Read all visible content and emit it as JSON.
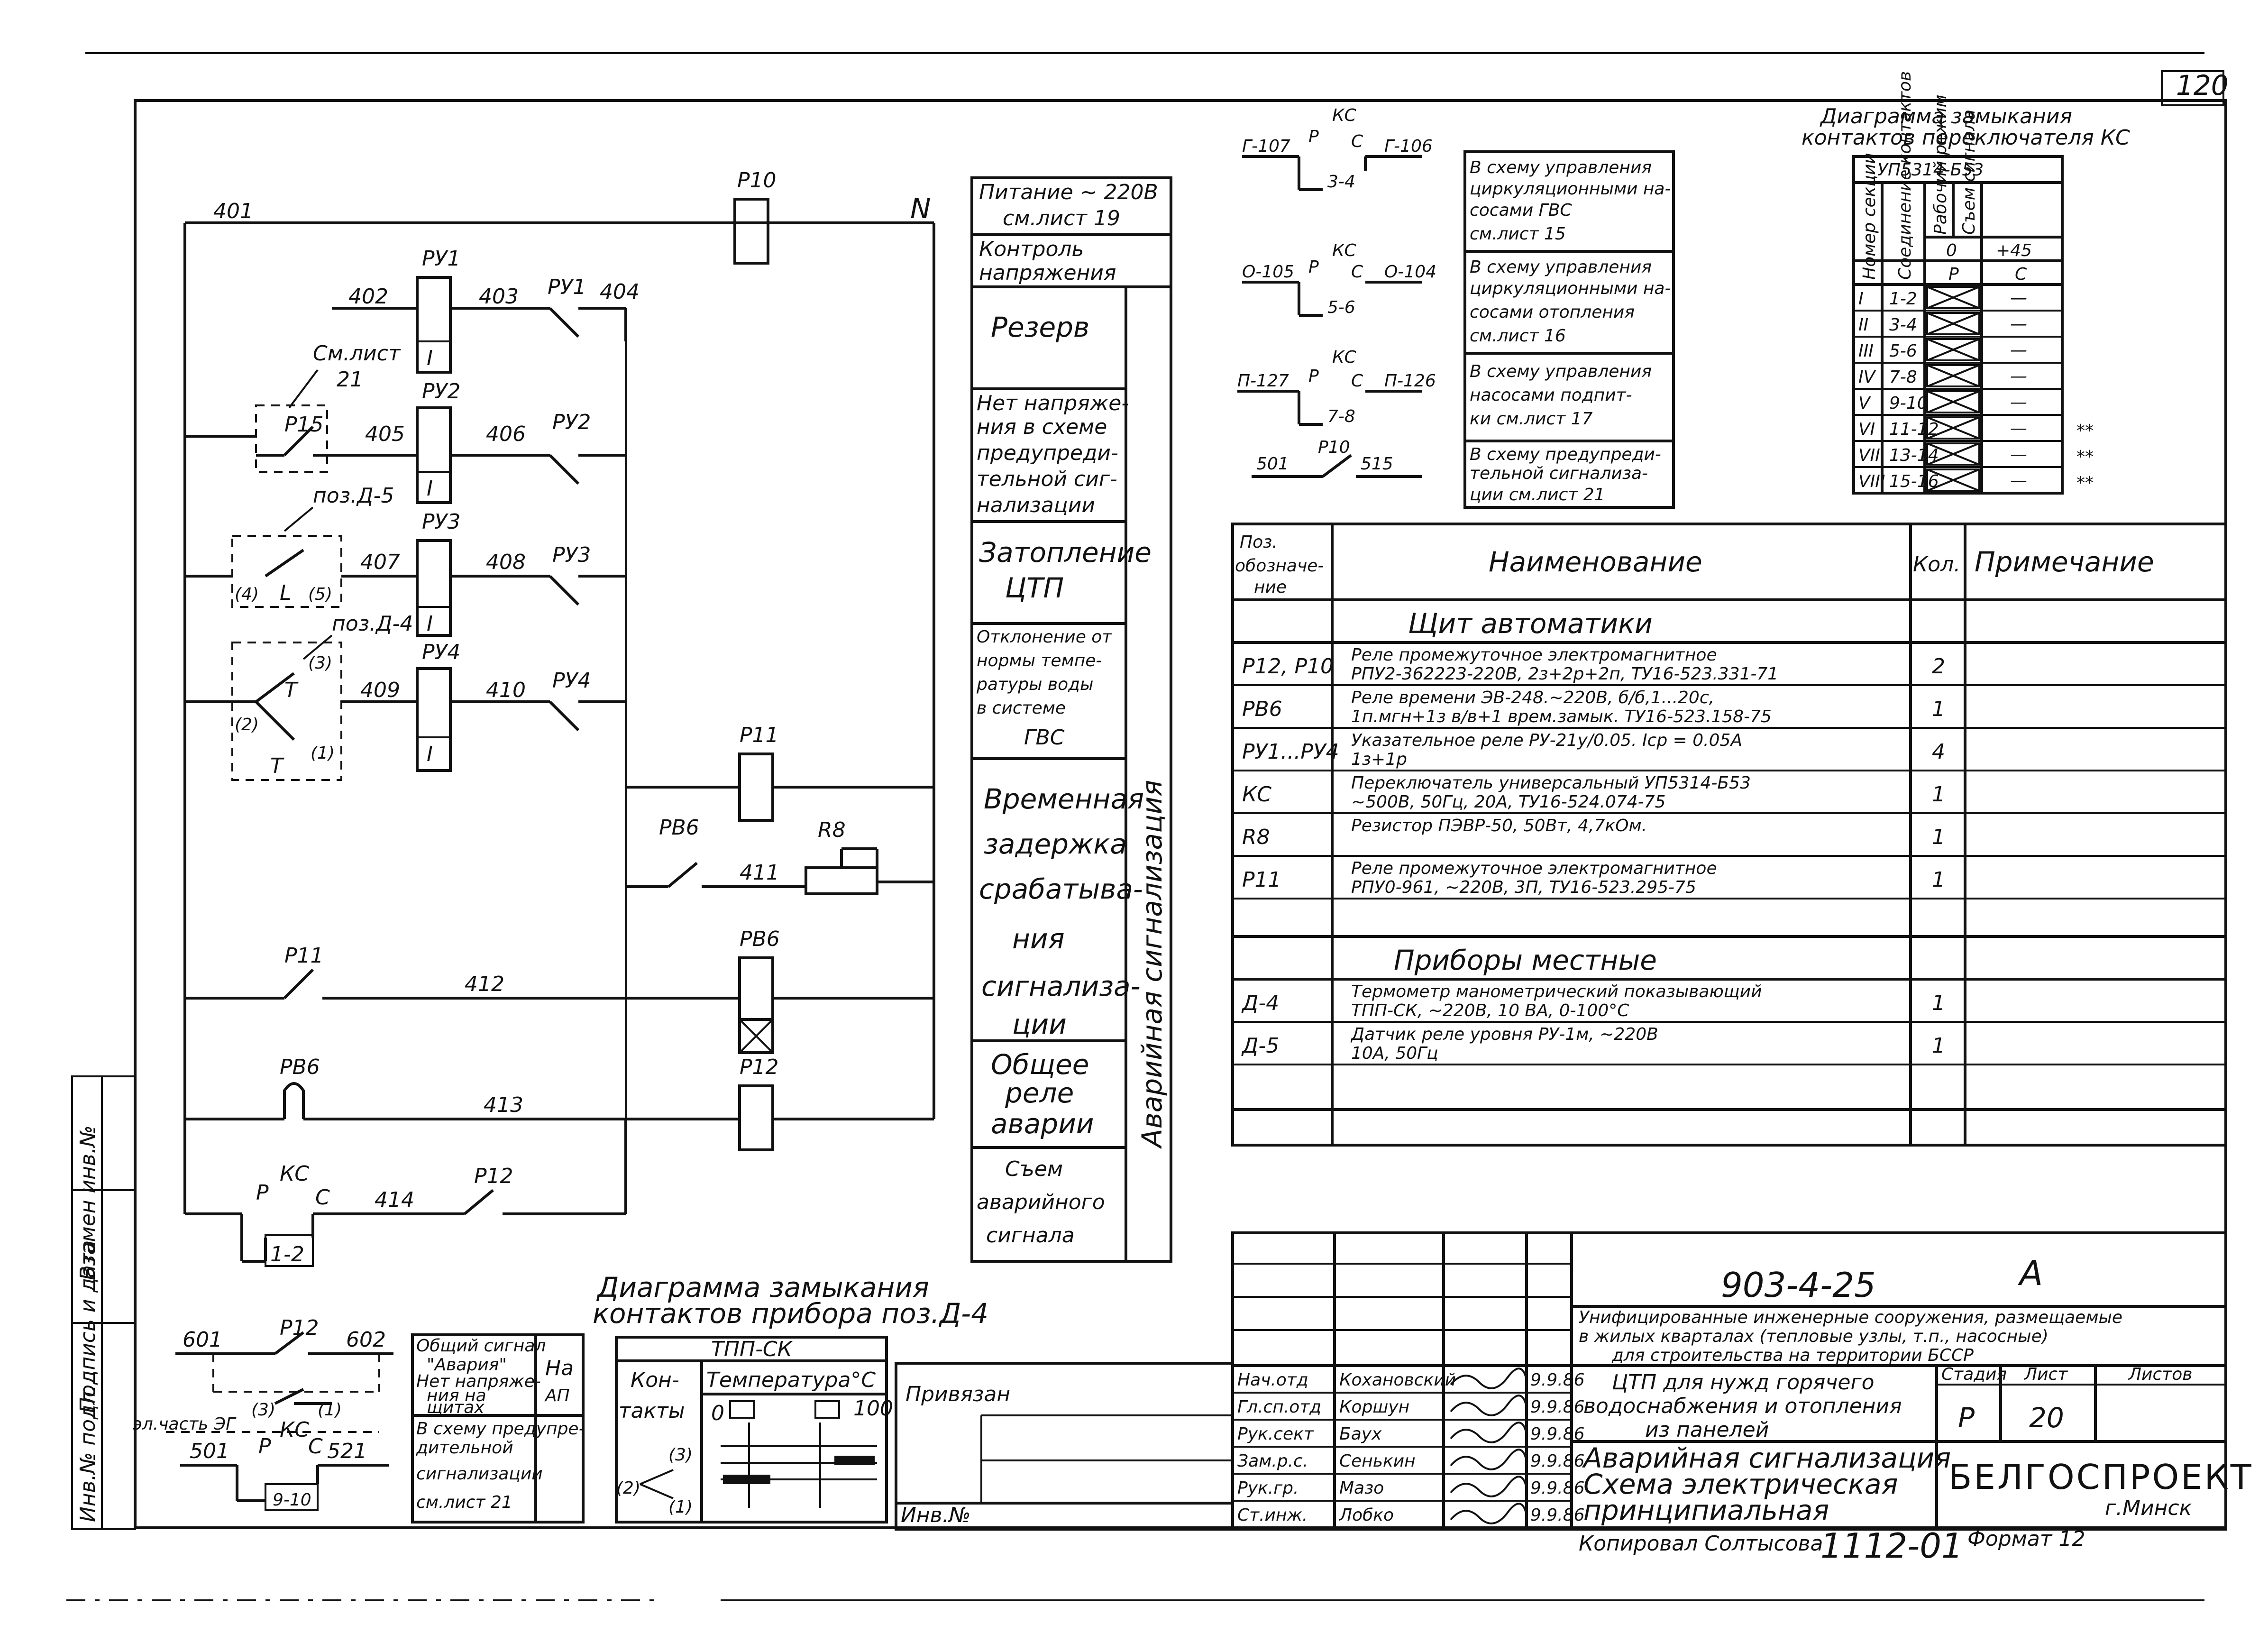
{
  "page_number": "120",
  "circuit": {
    "wire_labels": [
      "401",
      "402",
      "403",
      "404",
      "405",
      "406",
      "407",
      "408",
      "409",
      "410",
      "411",
      "412",
      "413",
      "414"
    ],
    "power_label": "N",
    "see_sheet_label": [
      "См.лист",
      "21"
    ],
    "contact_labels": [
      "(4)",
      "L",
      "(5)",
      "(3)",
      "(2)",
      "T",
      "T",
      "(1)"
    ],
    "pos_labels": [
      "поз.Д-5",
      "поз.Д-4"
    ],
    "components": {
      "ru1": "РУ1",
      "ru2": "РУ2",
      "ru3": "РУ3",
      "ru4": "РУ4",
      "r10": "Р10",
      "r11": "Р11",
      "r12": "Р12",
      "r15": "Р15",
      "rv6": "РВ6",
      "r8": "R8",
      "ks": "КС",
      "p": "Р",
      "c": "С",
      "contact_1_2": "1-2",
      "coil_mark": "I"
    }
  },
  "function_column": {
    "vertical_label": "Аварийная   сигнализация",
    "rows": [
      [
        "Питание ~ 220В",
        "см.лист 19"
      ],
      [
        "Контроль",
        "напряжения"
      ],
      [
        "Резерв"
      ],
      [
        "Нет напряже-",
        "ния в схеме",
        "предупреди-",
        "тельной сиг-",
        "нализации"
      ],
      [
        "Затопление",
        "ЦТП"
      ],
      [
        "Отклонение от",
        "нормы темпе-",
        "ратуры воды",
        "в системе",
        "ГВС"
      ],
      [
        "Временная",
        "задержка",
        "срабатыва-",
        "ния",
        "сигнализа-",
        "ции"
      ],
      [
        "Общее",
        "реле",
        "аварии"
      ],
      [
        "Съем",
        "аварийного",
        "сигнала"
      ]
    ]
  },
  "ks_contacts": [
    {
      "left": "Г-107",
      "right": "Г-106",
      "section": "3-4",
      "note": [
        "В схему управления",
        "циркуляционными на-",
        "сосами  ГВС",
        "см.лист 15"
      ]
    },
    {
      "left": "О-105",
      "right": "О-104",
      "section": "5-6",
      "note": [
        "В схему управления",
        "циркуляционными на-",
        "сосами  отопления",
        "см.лист 16"
      ]
    },
    {
      "left": "П-127",
      "right": "П-126",
      "section": "7-8",
      "note": [
        "В схему управления",
        "насосами подпит-",
        "ки см.лист 17"
      ]
    },
    {
      "left": "501",
      "right": "515",
      "section": "Р10",
      "note": [
        "В схему предупреди-",
        "тельной сигнализа-",
        "ции см.лист 21"
      ]
    }
  ],
  "ks_diagram": {
    "title": [
      "Диаграмма  замыкания",
      "контактов переключателя КС"
    ],
    "switch": "УП5314-Б53",
    "headers": [
      "Номер секции",
      "Соединение контактов",
      "Рабочий режим",
      "Съем сигнала"
    ],
    "mode_values": [
      "0",
      "+45"
    ],
    "mode_letters": [
      "Р",
      "С"
    ],
    "rows": [
      [
        "I",
        "1-2",
        "x",
        "—",
        ""
      ],
      [
        "II",
        "3-4",
        "x",
        "—",
        ""
      ],
      [
        "III",
        "5-6",
        "x",
        "—",
        ""
      ],
      [
        "IV",
        "7-8",
        "x",
        "—",
        ""
      ],
      [
        "V",
        "9-10",
        "x",
        "—",
        ""
      ],
      [
        "VI",
        "11-12",
        "x",
        "—",
        "**"
      ],
      [
        "VII",
        "13-14",
        "x",
        "—",
        "**"
      ],
      [
        "VIII",
        "15-16",
        "x",
        "—",
        "**"
      ]
    ]
  },
  "spec_table": {
    "headers": [
      "Поз. обозначение",
      "Наименование",
      "Кол.",
      "Примечание"
    ],
    "header_pos_lines": [
      "Поз.",
      "обозначе-",
      "ние"
    ],
    "section1": "Щит   автоматики",
    "section2": "Приборы   местные",
    "rows1": [
      [
        "Р12, Р10",
        "Реле промежуточное  электромагнитное",
        "РПУ2-362223-220В, 2з+2р+2п, ТУ16-523.331-71",
        "2"
      ],
      [
        "РВ6",
        "Реле времени  ЭВ-248.~220В, б/б,1...20с,",
        "1п.мгн+1з в/в+1 врем.замык. ТУ16-523.158-75",
        "1"
      ],
      [
        "РУ1...РУ4",
        "Указательное реле РУ-21у/0.05. Iср = 0.05А",
        "1з+1р",
        "4"
      ],
      [
        "КС",
        "Переключатель универсальный УП5314-Б53",
        "~500В, 50Гц, 20А, ТУ16-524.074-75",
        "1"
      ],
      [
        "R8",
        "Резистор ПЭВР-50, 50Вт, 4,7кОм.",
        "",
        "1"
      ],
      [
        "Р11",
        "Реле промежуточное электромагнитное",
        "РПУ0-961, ~220В, 3П, ТУ16-523.295-75",
        "1"
      ]
    ],
    "rows2": [
      [
        "Д-4",
        "Термометр манометрический показывающий",
        "ТПП-СК, ~220В, 10 ВА, 0-100°С",
        "1"
      ],
      [
        "Д-5",
        "Датчик реле уровня РУ-1м, ~220В",
        "10А, 50Гц",
        "1"
      ]
    ]
  },
  "d4_diagram": {
    "title": [
      "Диаграмма  замыкания",
      "контактов  прибора поз.Д-4"
    ],
    "device": "ТПП-СК",
    "col1": "Кон-",
    "col1b": "такты",
    "col2": "Температура°С",
    "scale_min": "0",
    "scale_max": "100",
    "contacts": [
      "(2)",
      "(1)",
      "(3)"
    ]
  },
  "bottom_left": {
    "labels": [
      "601",
      "602",
      "501",
      "521",
      "Р12",
      "КС",
      "Р",
      "С",
      "9-10",
      "(3)",
      "(1)",
      "эл.часть ЭГ"
    ],
    "notes": [
      [
        "Общий сигнал",
        "\"Авария\"",
        "Нет напряже-",
        "ния  на",
        "щитах"
      ],
      [
        "В схему предупре-",
        "дительной",
        "сигнализации",
        "см.лист 21"
      ]
    ],
    "na": "На",
    "ap": "АП"
  },
  "side_stamp": [
    "Инв.№ подл.",
    "Подпись и дата",
    "Взамен инв.№"
  ],
  "title_block": {
    "project_code": "903-4-25",
    "letter": "А",
    "description": [
      "Унифицированные инженерные сооружения, размещаемые",
      "в жилых кварталах (тепловые узлы, т.п., насосные)",
      "для строительства на территории БССР"
    ],
    "title": [
      "ЦТП для нужд горячего",
      "водоснабжения и отопления",
      "из панелей"
    ],
    "sheet_title": [
      "Аварийная  сигнализация.",
      "Схема электрическая",
      "принципиальная"
    ],
    "stage_label": "Стадия",
    "sheet_label": "Лист",
    "sheets_label": "Листов",
    "stage": "Р",
    "sheet": "20",
    "org": "БЕЛГОСПРОЕКТ",
    "city": "г.Минск",
    "linked": "Привязан",
    "inv": "Инв.№",
    "staff": [
      [
        "Нач.отд",
        "Кохановский",
        "9.9.86"
      ],
      [
        "Гл.сп.отд",
        "Коршун",
        "9.9.86"
      ],
      [
        "Рук.сект",
        "Баух",
        "9.9.86"
      ],
      [
        "Зам.р.с.",
        "Сенькин",
        "9.9.86"
      ],
      [
        "Рук.гр.",
        "Мазо",
        "9.9.86"
      ],
      [
        "Ст.инж.",
        "Лобко",
        "9.9.86"
      ]
    ],
    "copied": "Копировал  Солтысова",
    "doc_number": "1112-01",
    "format": "Формат 12"
  }
}
